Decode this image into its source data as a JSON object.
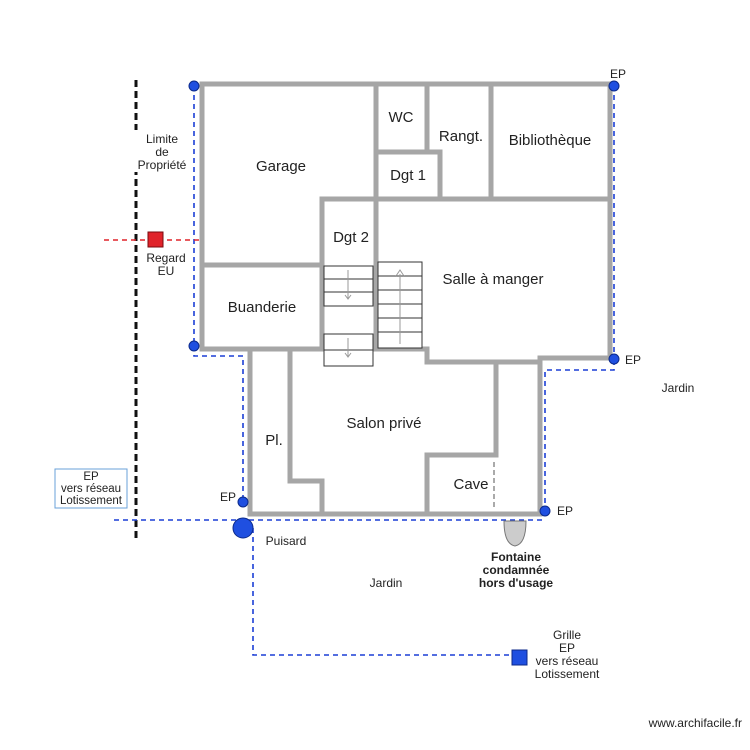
{
  "rooms": {
    "garage": "Garage",
    "wc": "WC",
    "rangt": "Rangt.",
    "bibliotheque": "Bibliothèque",
    "dgt1": "Dgt 1",
    "dgt2": "Dgt 2",
    "salle_a_manger": "Salle à manger",
    "buanderie": "Buanderie",
    "salon_prive": "Salon privé",
    "pl": "Pl.",
    "cave": "Cave"
  },
  "limite": [
    "Limite",
    "de",
    "Propriété"
  ],
  "regard_eu": [
    "Regard",
    "EU"
  ],
  "ep_labels": {
    "top_right": "EP",
    "mid_right": "EP",
    "bottom_right": "EP",
    "bottom_left": "EP"
  },
  "ep_reseau_box": [
    "EP",
    "vers réseau",
    "Lotissement"
  ],
  "puisard": "Puisard",
  "jardin_right": "Jardin",
  "jardin_bottom": "Jardin",
  "fontaine": [
    "Fontaine",
    "condamnée",
    "hors d'usage"
  ],
  "grille": [
    "Grille",
    "EP",
    "vers réseau",
    "Lotissement"
  ],
  "watermark": "www.archifacile.fr",
  "colors": {
    "walls": "#a6a6a6",
    "ep_pipe": "#1c3fd6",
    "eu_pipe": "#e0232a",
    "regard_eu": "#e0232a",
    "grille_ep": "#1f4fe0",
    "fontaine": "#cccccc"
  }
}
